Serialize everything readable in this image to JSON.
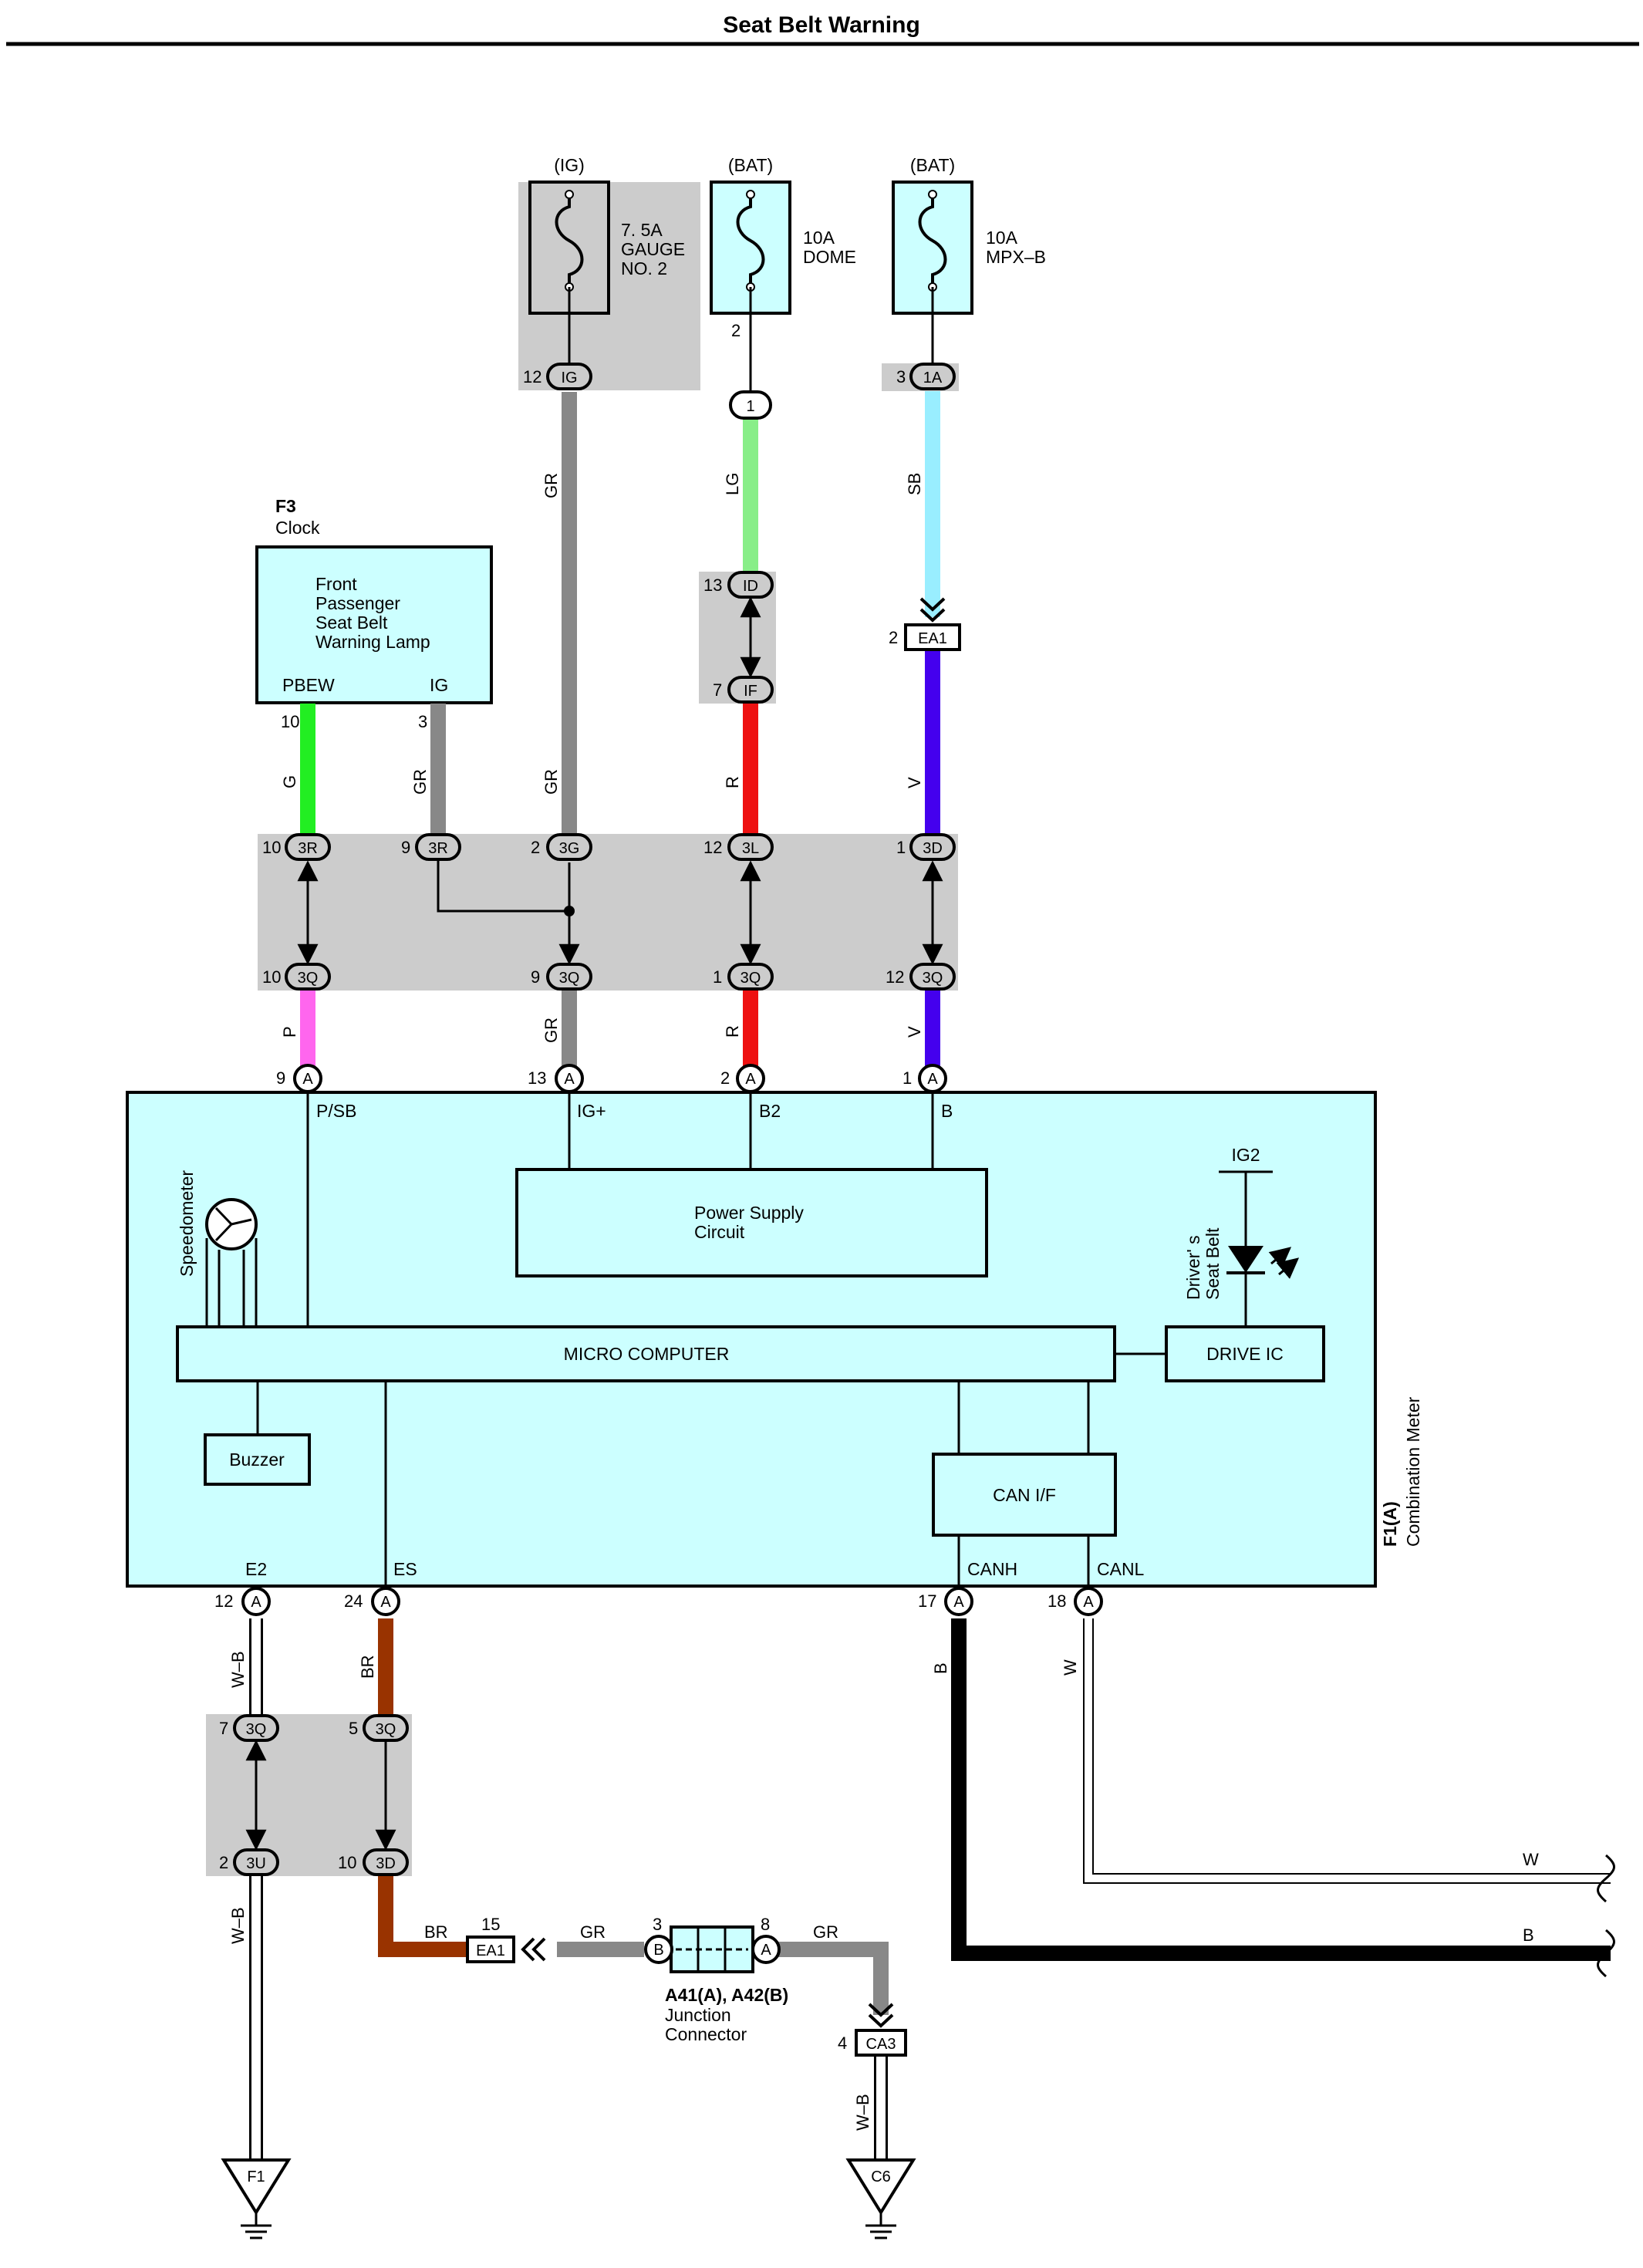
{
  "title": "Seat Belt Warning",
  "colors": {
    "panel": "#ccffff",
    "junction_shade": "#cccccc",
    "GR": "#888888",
    "LG": "#88ee88",
    "SB": "#99eeff",
    "G": "#22ee22",
    "R": "#ee1111",
    "V": "#4400ee",
    "P": "#ff66ee",
    "BR": "#993300",
    "B": "#000000",
    "W": "#ffffff",
    "W-B": "#ffffff"
  },
  "fuses": [
    {
      "supply": "(IG)",
      "rating": "7. 5A",
      "name_line1": "GAUGE",
      "name_line2": "NO. 2"
    },
    {
      "supply": "(BAT)",
      "rating": "10A",
      "name_line1": "DOME",
      "name_line2": ""
    },
    {
      "supply": "(BAT)",
      "rating": "10A",
      "name_line1": "MPX–B",
      "name_line2": ""
    }
  ],
  "clock": {
    "code": "F3",
    "name": "Clock",
    "lamp_line1": "Front",
    "lamp_line2": "Passenger",
    "lamp_line3": "Seat Belt",
    "lamp_line4": "Warning Lamp",
    "term_pbew": "PBEW",
    "term_ig": "IG",
    "pin_pbew": "10",
    "pin_ig": "3"
  },
  "meter": {
    "code": "F1(A)",
    "name": "Combination Meter",
    "top_terminals": [
      "P/SB",
      "IG+",
      "B2",
      "B"
    ],
    "bottom_terminals": [
      "E2",
      "ES",
      "CANH",
      "CANL"
    ],
    "power_line1": "Power Supply",
    "power_line2": "Circuit",
    "micro": "MICRO COMPUTER",
    "drive_ic": "DRIVE IC",
    "ig2": "IG2",
    "seatbelt_line1": "Driver' s",
    "seatbelt_line2": "Seat Belt",
    "speedometer": "Speedometer",
    "buzzer": "Buzzer",
    "can_if": "CAN I/F"
  },
  "connectors": {
    "ig": "IG",
    "c1": "1",
    "c1a": "1A",
    "id": "ID",
    "if": "IF",
    "ea1": "EA1",
    "r3": "3R",
    "g3": "3G",
    "l3": "3L",
    "d3": "3D",
    "q3": "3Q",
    "u3": "3U",
    "a": "A",
    "b": "B",
    "ca3": "CA3",
    "f1": "F1",
    "c6": "C6"
  },
  "pins": {
    "p12": "12",
    "p2": "2",
    "p3": "3",
    "p13": "13",
    "p7": "7",
    "p10": "10",
    "p9": "9",
    "p1": "1",
    "p24": "24",
    "p17": "17",
    "p18": "18",
    "p5": "5",
    "p15": "15",
    "p8": "8",
    "p4": "4"
  },
  "wire_colors": {
    "gr": "GR",
    "lg": "LG",
    "sb": "SB",
    "g": "G",
    "r": "R",
    "v": "V",
    "p": "P",
    "wb": "W–B",
    "br": "BR",
    "b": "B",
    "w": "W"
  },
  "junction": {
    "label": "A41(A), A42(B)",
    "name": "Junction",
    "name2": "Connector"
  }
}
